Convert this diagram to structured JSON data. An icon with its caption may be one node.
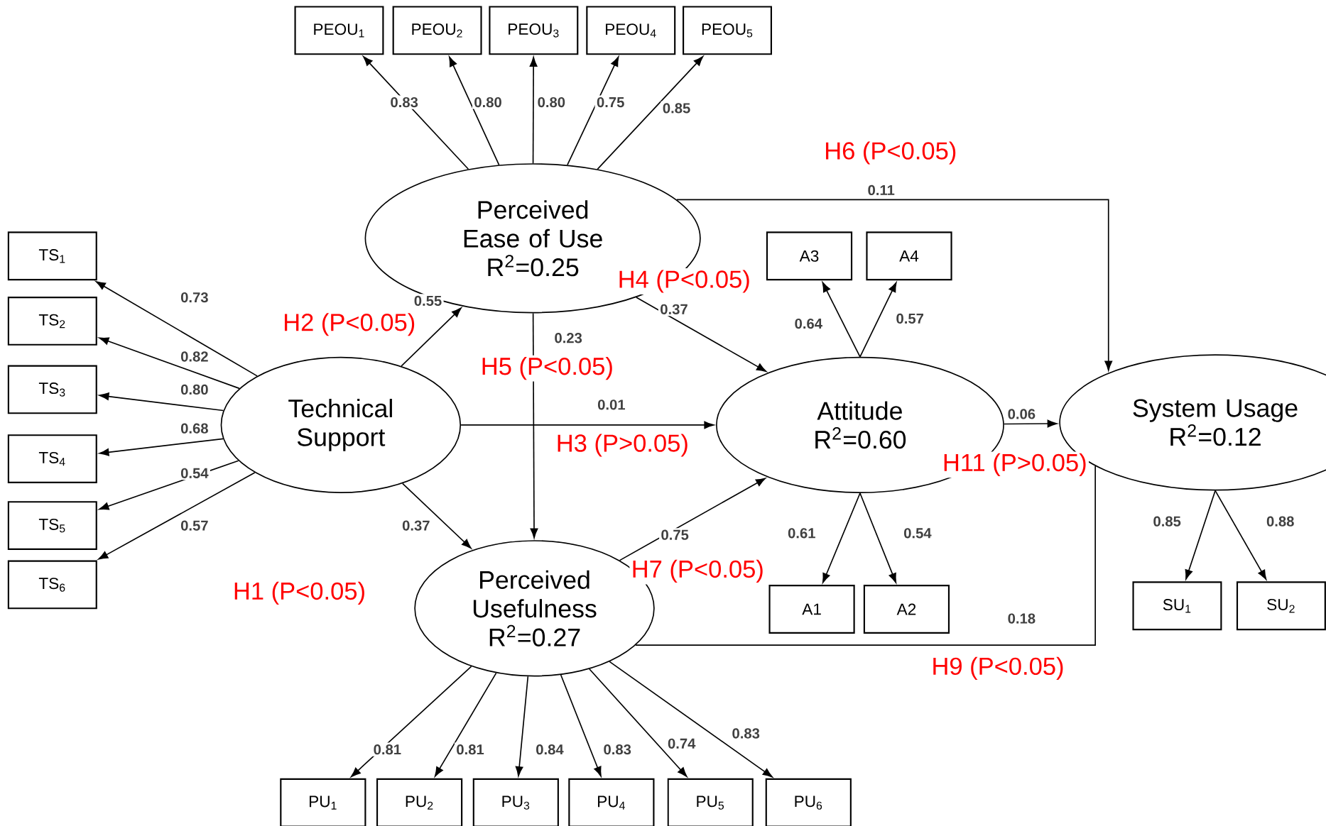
{
  "diagram": {
    "nodes": [
      {
        "text": [
          "PEOU$_{1}$"
        ]
      },
      {
        "text": [
          "PEOU$_{2}$"
        ]
      },
      {
        "text": [
          "PEOU$_{3}$"
        ]
      },
      {
        "text": [
          "PEOU$_{4}$"
        ]
      },
      {
        "text": [
          "PEOU$_{5}$"
        ]
      },
      {
        "text": [
          "Perceived Ease of Use",
          "R$^{2}$=0.25"
        ]
      },
      {
        "text": [
          "TS$_{1}$"
        ]
      },
      {
        "text": [
          "TS$_{2}$"
        ]
      },
      {
        "text": [
          "TS$_{3}$"
        ]
      },
      {
        "text": [
          "TS$_{4}$"
        ]
      },
      {
        "text": [
          "TS$_{5}$"
        ]
      },
      {
        "text": [
          "TS$_{6}$"
        ]
      },
      {
        "text": [
          "A3"
        ]
      },
      {
        "text": [
          "A4"
        ]
      },
      {
        "text": [
          "Technical Support"
        ]
      },
      {
        "text": [
          "Attitude",
          "R$^{2}$=0.60"
        ]
      },
      {
        "text": [
          "System Usage",
          "R$^{2}$=0.12"
        ]
      },
      {
        "text": [
          "A1"
        ]
      },
      {
        "text": [
          "A2"
        ]
      },
      {
        "text": [
          "SU$_{1}$"
        ]
      },
      {
        "text": [
          "SU$_{2}$"
        ]
      },
      {
        "text": [
          "Perceived Usefulness",
          "R$^{2}$=0.27"
        ]
      },
      {
        "text": [
          "PU$_{1}$"
        ]
      },
      {
        "text": [
          "PU$_{2}$"
        ]
      },
      {
        "text": [
          "PU$_{3}$"
        ]
      },
      {
        "text": [
          "PU$_{4}$"
        ]
      },
      {
        "text": [
          "PU$_{5}$"
        ]
      },
      {
        "text": [
          "PU$_{6}$"
        ]
      }
    ],
    "edges": [
      {
        "from": 5,
        "to": 0,
        "arrow": "to",
        "label": "0.83"
      },
      {
        "from": 5,
        "to": 1,
        "arrow": "to",
        "label": "0.80"
      },
      {
        "from": 5,
        "to": 2,
        "arrow": "to",
        "label": "0.80"
      },
      {
        "from": 5,
        "to": 3,
        "arrow": "to",
        "label": "0.75"
      },
      {
        "from": 5,
        "to": 4,
        "arrow": "to",
        "label": "0.85"
      },
      {
        "from": 14,
        "to": 6,
        "arrow": "to",
        "label": "0.73"
      },
      {
        "from": 14,
        "to": 7,
        "arrow": "to",
        "label": "0.82"
      },
      {
        "from": 14,
        "to": 8,
        "arrow": "to",
        "label": "0.80"
      },
      {
        "from": 14,
        "to": 9,
        "arrow": "to",
        "label": "0.68"
      },
      {
        "from": 14,
        "to": 10,
        "arrow": "to",
        "label": "0.54"
      },
      {
        "from": 14,
        "to": 11,
        "arrow": "to",
        "label": "0.57"
      },
      {
        "from": 14,
        "to": 5,
        "arrow": "to",
        "label": "0.55"
      },
      {
        "from": 14,
        "to": 21,
        "arrow": "to",
        "label": "0.37"
      },
      {
        "from": 5,
        "to": 21,
        "arrow": "to",
        "label": "0.23"
      },
      {
        "from": 14,
        "to": 15,
        "arrow": "to",
        "label": "0.01"
      },
      {
        "from": 5,
        "to": 15,
        "arrow": "to",
        "label": "0.37"
      },
      {
        "from": 21,
        "to": 15,
        "arrow": "to",
        "label": "0.75"
      },
      {
        "from": 5,
        "to": 16,
        "arrow": "to",
        "label": "0.11"
      },
      {
        "from": 15,
        "to": 16,
        "arrow": "to",
        "label": "0.06"
      },
      {
        "from": 21,
        "to": 16,
        "arrow": "none",
        "label": "0.18"
      },
      {
        "from": 15,
        "to": 12,
        "arrow": "to",
        "label": "0.64"
      },
      {
        "from": 15,
        "to": 13,
        "arrow": "to",
        "label": "0.57"
      },
      {
        "from": 15,
        "to": 17,
        "arrow": "to",
        "label": "0.61"
      },
      {
        "from": 15,
        "to": 18,
        "arrow": "to",
        "label": "0.54"
      },
      {
        "from": 16,
        "to": 19,
        "arrow": "to",
        "label": "0.85"
      },
      {
        "from": 16,
        "to": 20,
        "arrow": "to",
        "label": "0.88"
      },
      {
        "from": 21,
        "to": 22,
        "arrow": "to",
        "label": "0.81"
      },
      {
        "from": 21,
        "to": 23,
        "arrow": "to",
        "label": "0.81"
      },
      {
        "from": 21,
        "to": 24,
        "arrow": "to",
        "label": "0.84"
      },
      {
        "from": 21,
        "to": 25,
        "arrow": "to",
        "label": "0.83"
      },
      {
        "from": 21,
        "to": 26,
        "arrow": "to",
        "label": "0.74"
      },
      {
        "from": 21,
        "to": 27,
        "arrow": "to",
        "label": "0.83"
      }
    ],
    "labels": [
      "H6 (P<0.05)",
      "H4 (P<0.05)",
      "H2 (P<0.05)",
      "H5 (P<0.05)",
      "H3 (P>0.05)",
      "H11 (P>0.05)",
      "H7 (P<0.05)",
      "H1 (P<0.05)",
      "H9 (P<0.05)"
    ]
  }
}
